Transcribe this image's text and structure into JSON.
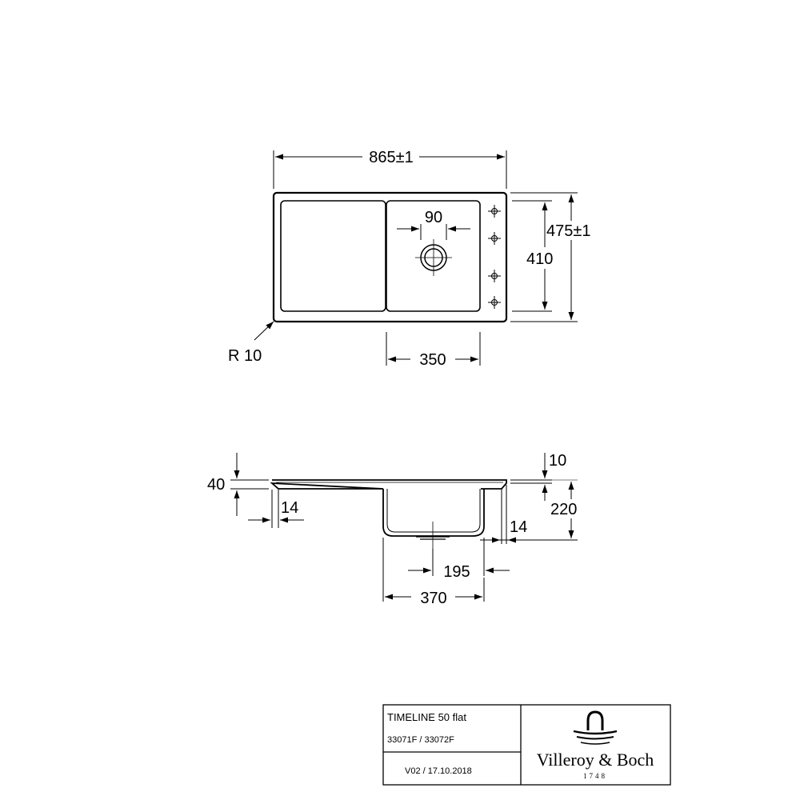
{
  "plan_view": {
    "overall_width": "865±1",
    "overall_depth": "475±1",
    "inner_depth": "410",
    "drain_dim": "90",
    "bowl_width": "350",
    "corner_radius": "R 10"
  },
  "section_view": {
    "rim_height": "40",
    "rim_inset_left": "14",
    "top_thickness": "10",
    "bowl_depth": "220",
    "rim_inset_right": "14",
    "drain_offset": "195",
    "bowl_outer_width": "370"
  },
  "title_block": {
    "product_name": "TIMELINE 50 flat",
    "article_numbers": "33071F / 33072F",
    "version": "V02 / 17.10.2018",
    "brand": "Villeroy & Boch",
    "brand_year": "1748"
  }
}
